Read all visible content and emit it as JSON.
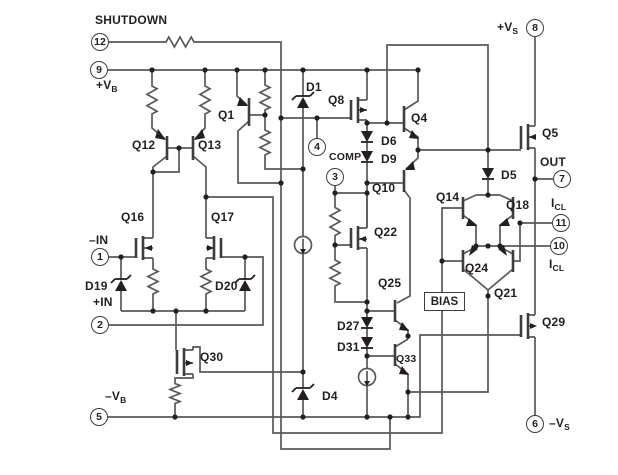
{
  "diagram": {
    "title": "amplifier-internal-schematic",
    "colors": {
      "wire": "#58585a",
      "ink": "#231f20",
      "background": "#ffffff"
    },
    "pins": {
      "p1": "1",
      "p2": "2",
      "p3": "3",
      "p4": "4",
      "p5": "5",
      "p6": "6",
      "p7": "7",
      "p8": "8",
      "p9": "9",
      "p10": "10",
      "p11": "11",
      "p12": "12"
    },
    "labels": {
      "shutdown": "SHUTDOWN",
      "vb_plus_main": "+V",
      "vb_plus_sub": "B",
      "vb_minus_main": "–V",
      "vb_minus_sub": "B",
      "vs_plus_main": "+V",
      "vs_plus_sub": "S",
      "vs_minus_main": "–V",
      "vs_minus_sub": "S",
      "in_minus": "–IN",
      "in_plus": "+IN",
      "comp": "COMP",
      "out": "OUT",
      "bias": "BIAS",
      "icl_top_main": "I",
      "icl_top_sub": "CL",
      "icl_bottom_main": "I",
      "icl_bottom_sub": "CL",
      "q1": "Q1",
      "q4": "Q4",
      "q5": "Q5",
      "q8": "Q8",
      "q10": "Q10",
      "q12": "Q12",
      "q13": "Q13",
      "q14": "Q14",
      "q16": "Q16",
      "q17": "Q17",
      "q18": "Q18",
      "q21": "Q21",
      "q22": "Q22",
      "q24": "Q24",
      "q25": "Q25",
      "q29": "Q29",
      "q30": "Q30",
      "q33": "Q33",
      "d1": "D1",
      "d4": "D4",
      "d5": "D5",
      "d6": "D6",
      "d9": "D9",
      "d19": "D19",
      "d20": "D20",
      "d27": "D27",
      "d31": "D31"
    }
  }
}
